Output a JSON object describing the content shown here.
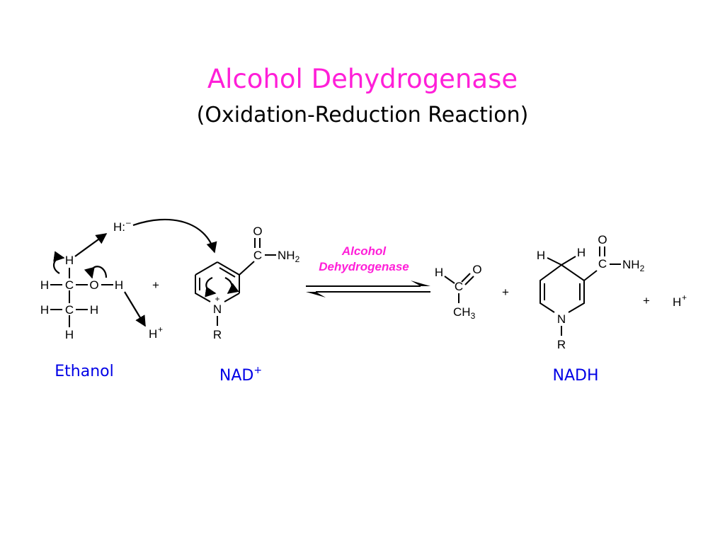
{
  "title": "Alcohol Dehydrogenase",
  "subtitle": "(Oxidation-Reduction Reaction)",
  "enzyme_label": {
    "line1": "Alcohol",
    "line2": "Dehydrogenase"
  },
  "ethanol": {
    "name": "Ethanol",
    "atoms": {
      "h_top": "H",
      "h_left": "H",
      "c1": "C",
      "o": "O",
      "h_oh": "H",
      "h_left2": "H",
      "c2": "C",
      "h_right2": "H",
      "h_bottom": "H"
    },
    "hydride": "H:",
    "hydride_charge": "–",
    "proton": "H",
    "proton_charge": "+"
  },
  "plus_signs": [
    "+",
    "+",
    "+"
  ],
  "nad": {
    "name": "NAD",
    "name_charge": "+",
    "atoms": {
      "o": "O",
      "c": "C",
      "nh": "NH",
      "nh_sub": "2",
      "n": "N",
      "charge": "+",
      "r": "R"
    }
  },
  "acetaldehyde": {
    "atoms": {
      "h": "H",
      "o": "O",
      "c": "C",
      "ch": "CH",
      "ch_sub": "3"
    }
  },
  "nadh": {
    "name": "NADH",
    "atoms": {
      "h1": "H",
      "h2": "H",
      "o": "O",
      "c": "C",
      "nh": "NH",
      "nh_sub": "2",
      "n": "N",
      "r": "R"
    }
  },
  "proton_product": {
    "label": "H",
    "charge": "+"
  }
}
